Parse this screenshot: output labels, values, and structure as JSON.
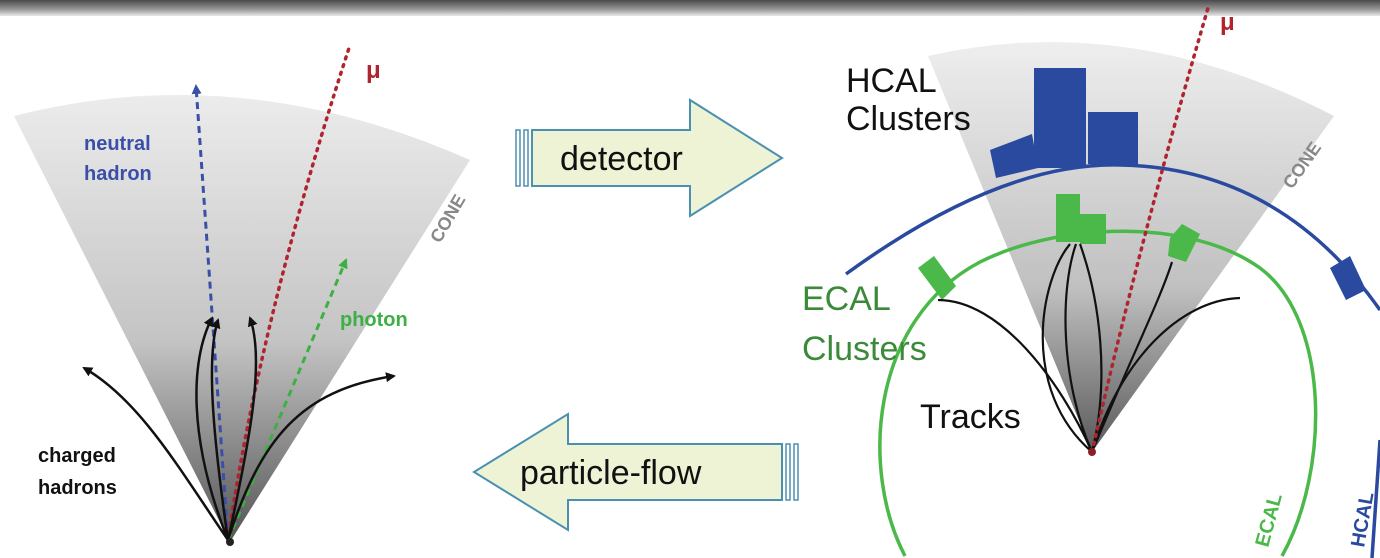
{
  "left_panel": {
    "neutral_label_line1": "neutral",
    "neutral_label_line2": "hadron",
    "photon_label": "photon",
    "charged_label_line1": "charged",
    "charged_label_line2": "hadrons",
    "muon_label": "μ",
    "cone_label": "CONE"
  },
  "arrows": {
    "forward_label": "detector",
    "backward_label": "particle-flow"
  },
  "right_panel": {
    "hcal_clusters_line1": "HCAL",
    "hcal_clusters_line2": "Clusters",
    "ecal_clusters_line1": "ECAL",
    "ecal_clusters_line2": "Clusters",
    "tracks_label": "Tracks",
    "muon_label": "μ",
    "cone_label": "CONE",
    "ecal_ring_label": "ECAL",
    "hcal_ring_label": "HCAL"
  },
  "colors": {
    "neutral": "#3a4fa8",
    "photon": "#3cb043",
    "muon": "#b0242f",
    "hcal": "#2a4aa0",
    "ecal": "#4bb84a",
    "arrow_fill": "#eef3d6",
    "arrow_stroke": "#4a90b0"
  }
}
